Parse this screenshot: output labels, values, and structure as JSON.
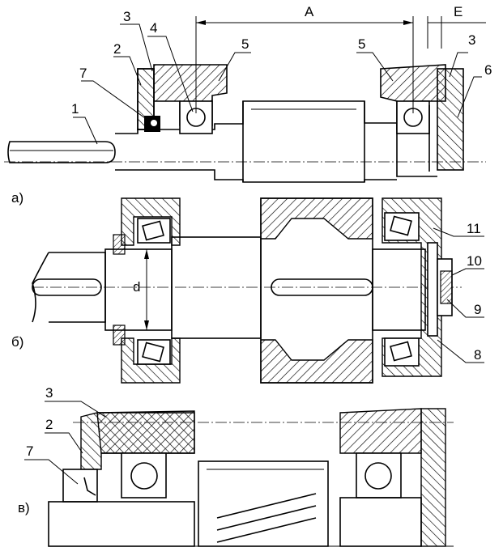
{
  "figure": {
    "panel_labels": {
      "a": "а)",
      "b": "б)",
      "v": "в)"
    },
    "dimensions": {
      "A": "А",
      "E": "Е",
      "d": "d"
    },
    "callouts_a": [
      "1",
      "2",
      "3",
      "4",
      "5",
      "5",
      "3",
      "6",
      "7"
    ],
    "callouts_b": [
      "11",
      "10",
      "9",
      "8"
    ],
    "callouts_v": [
      "3",
      "2",
      "7"
    ]
  }
}
